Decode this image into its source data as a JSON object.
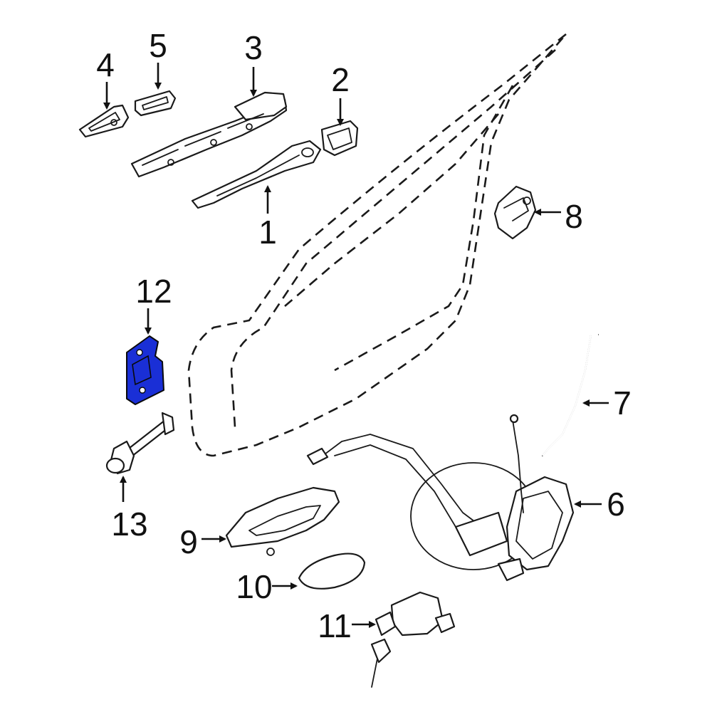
{
  "diagram": {
    "highlight_color": "#1a2fd6",
    "highlighted_part": "12",
    "callouts": {
      "c1": "1",
      "c2": "2",
      "c3": "3",
      "c4": "4",
      "c5": "5",
      "c6": "6",
      "c7": "7",
      "c8": "8",
      "c9": "9",
      "c10": "10",
      "c11": "11",
      "c12": "12",
      "c13": "13"
    }
  }
}
